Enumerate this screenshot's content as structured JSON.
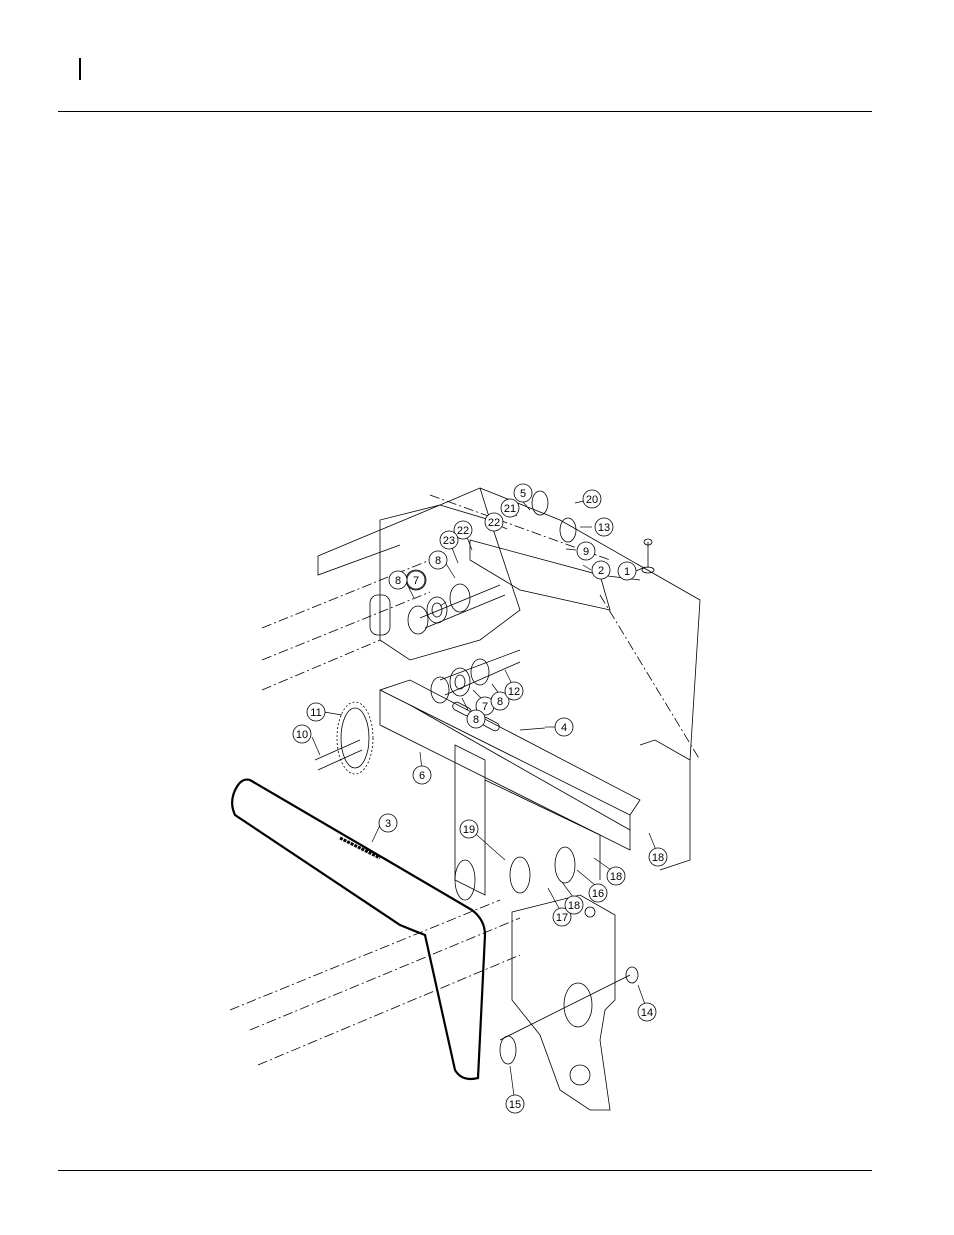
{
  "diagram": {
    "callouts": [
      "1",
      "2",
      "3",
      "4",
      "5",
      "6",
      "7",
      "7",
      "8",
      "8",
      "8",
      "8",
      "9",
      "10",
      "11",
      "12",
      "13",
      "14",
      "15",
      "16",
      "17",
      "18",
      "18",
      "18",
      "19",
      "20",
      "21",
      "22",
      "22",
      "23"
    ]
  }
}
